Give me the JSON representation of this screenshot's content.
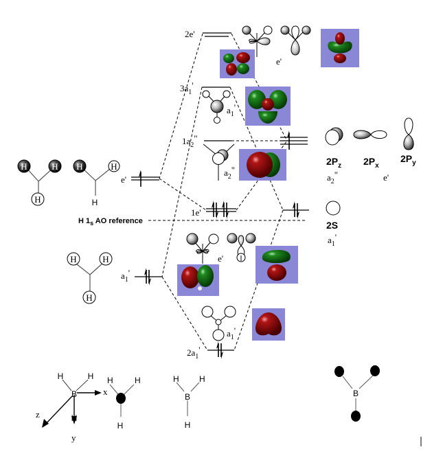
{
  "title": "BH3 molecular orbital diagram",
  "colors": {
    "orbital_box_bg": "#8a87d6",
    "lobe_red": "#8b0a0a",
    "lobe_green": "#1d7a1d",
    "line": "#000000",
    "dash": "#000000",
    "ao_lobe_gray": "#cfcfcf"
  },
  "mo_levels": {
    "e2": {
      "label": "2e'"
    },
    "a3": {
      "label": "3a",
      "sub": "1",
      "sup": "'"
    },
    "a2pp": {
      "label": "1a",
      "sub": "2",
      "sup": "\""
    },
    "e1": {
      "label": "1e'"
    },
    "a2": {
      "label": "2a",
      "sub": "1",
      "sup": "'"
    }
  },
  "ligand_levels": {
    "e": {
      "label": "e'"
    },
    "a1": {
      "label": "a",
      "sub": "1",
      "sup": "'"
    }
  },
  "reference_line": {
    "label_prefix": "H 1",
    "label_sub": "s",
    "label_suffix": " AO reference"
  },
  "boron_ao": {
    "p_labels": [
      {
        "main": "2P",
        "sub": "z"
      },
      {
        "main": "2P",
        "sub": "x"
      },
      {
        "main": "2P",
        "sub": "y"
      }
    ],
    "p_sym": {
      "a2pp": "a",
      "a2pp_sub": "2",
      "a2pp_sup": "\"",
      "e": "e'"
    },
    "s_label": "2S",
    "s_sym": {
      "main": "a",
      "sub": "1",
      "sup": "'"
    }
  },
  "salc_labels": {
    "a1_top": {
      "main": "a",
      "sub": "1",
      "sup": "'"
    },
    "e_top": "e'",
    "a2pp": {
      "main": "a",
      "sub": "2",
      "sup": "\""
    },
    "e_bottom": "e'",
    "a1_bottom": {
      "main": "a",
      "sub": "1",
      "sup": "'"
    }
  },
  "hydrogen_symbol": "H",
  "boron_symbol": "B",
  "axes": {
    "x": "x",
    "y": "y",
    "z": "z"
  }
}
